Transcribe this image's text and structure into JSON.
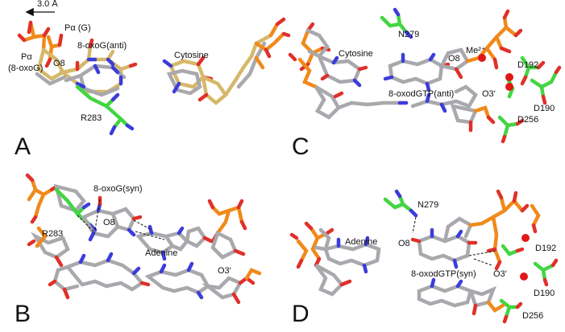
{
  "scale_bar": "3.0 Å",
  "panels": [
    {
      "letter": "A",
      "labels": [
        "Pα (G)",
        "Pα",
        "(8-oxoG)",
        "O8",
        "8-oxoG(anti)",
        "Cytosine",
        "R283"
      ]
    },
    {
      "letter": "B",
      "labels": [
        "8-oxoG(syn)",
        "O8",
        "R283",
        "Adenine",
        "O3′"
      ]
    },
    {
      "letter": "C",
      "labels": [
        "N279",
        "Cytosine",
        "O8",
        "Me²⁺",
        "8-oxodGTP(anti)",
        "D192",
        "O3′",
        "D190",
        "D256"
      ]
    },
    {
      "letter": "D",
      "labels": [
        "N279",
        "O8",
        "Adenine",
        "D192",
        "8-oxodGTP(syn)",
        "O3′",
        "D190",
        "D256"
      ]
    }
  ],
  "colors": {
    "carbon_gray": "#a8a8ad",
    "carbon_gold": "#d6b86a",
    "carbon_green": "#42d642",
    "nitrogen": "#3c3cdc",
    "oxygen": "#e0302a",
    "phosphorus": "#f08a1a",
    "metal": "#e01818"
  }
}
